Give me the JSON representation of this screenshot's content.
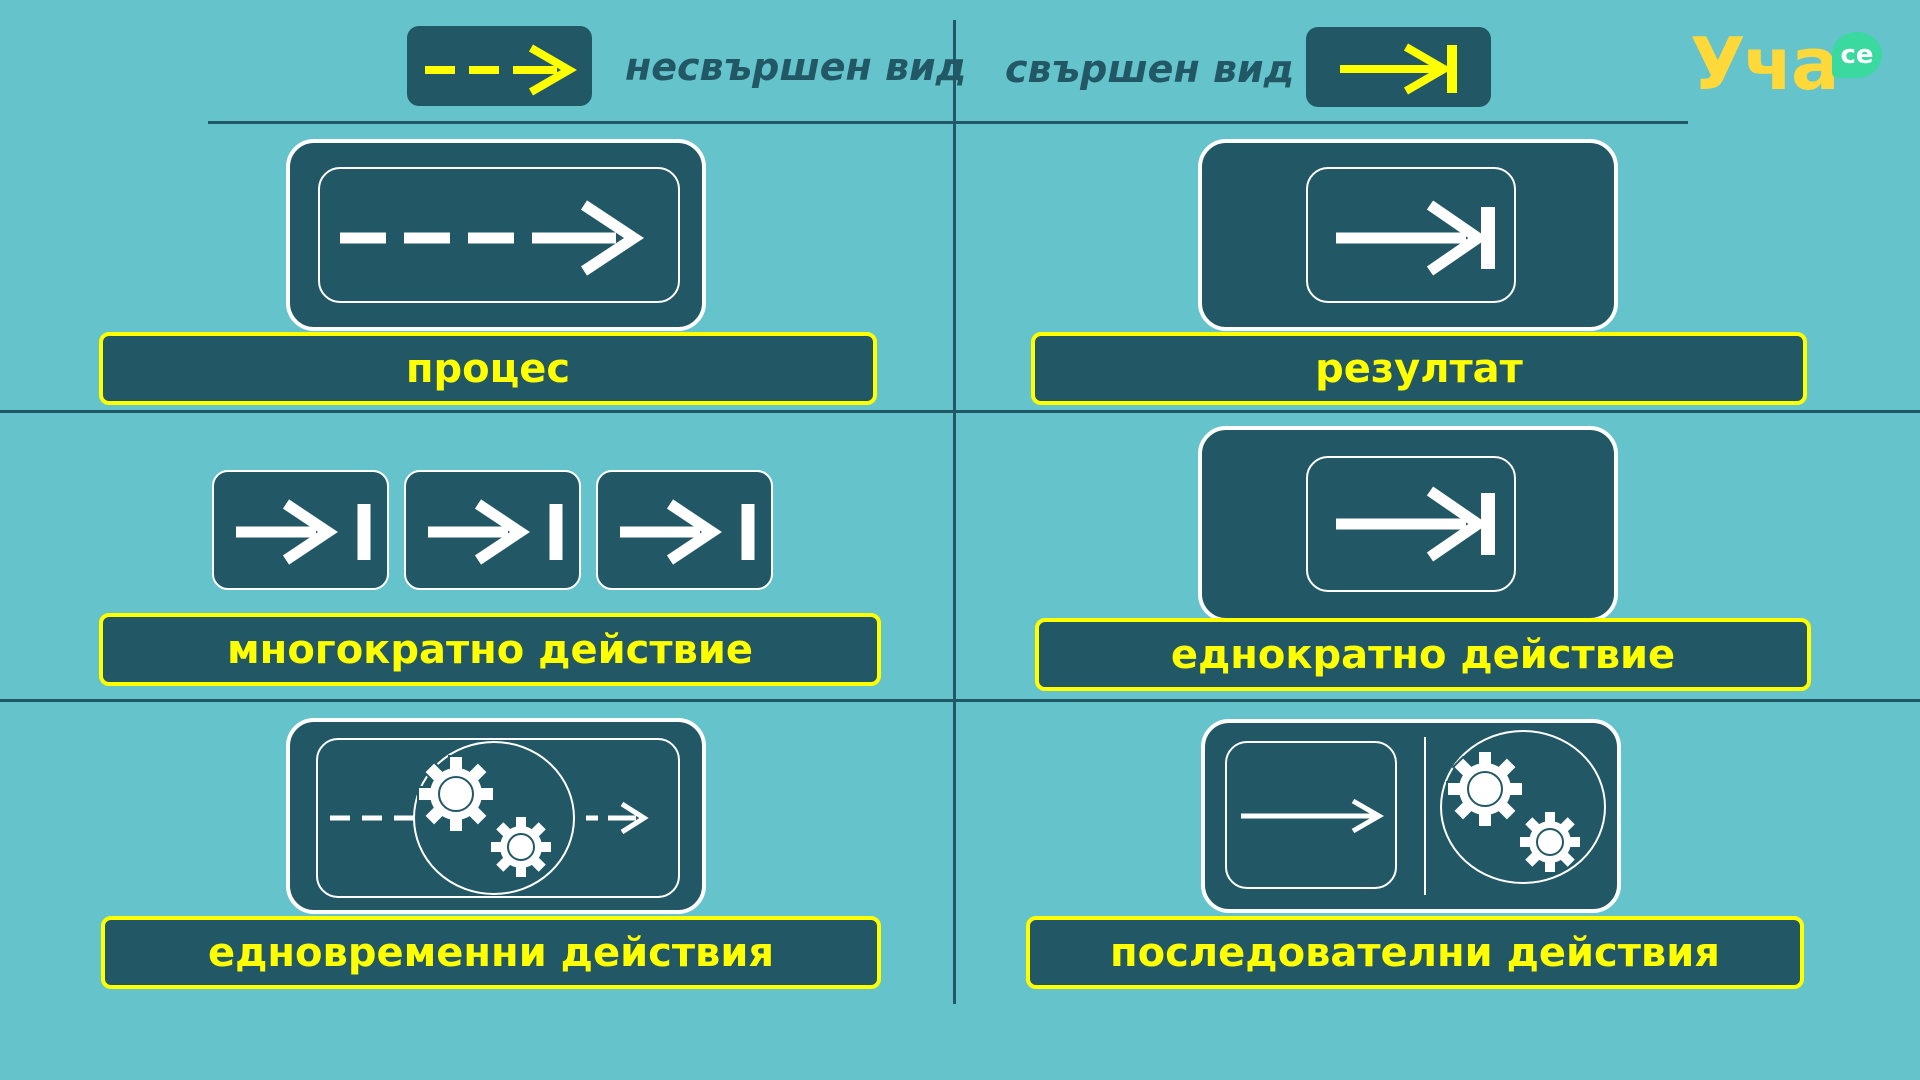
{
  "logo": {
    "text": "Уча",
    "superscript": "се"
  },
  "legend": {
    "imperfective": "несвършен вид",
    "perfective": "свършен вид"
  },
  "cards": {
    "process": "процес",
    "result": "резултат",
    "repeated": "многократно действие",
    "single": "еднократно действие",
    "simultaneous": "едновременни действия",
    "sequential": "последователни действия"
  },
  "colors": {
    "background": "#65c3cb",
    "panel": "#225866",
    "accent_yellow": "#ffff00",
    "stroke_white": "#ffffff",
    "logo_yellow": "#ffd83a",
    "logo_green": "#39d9a0"
  }
}
